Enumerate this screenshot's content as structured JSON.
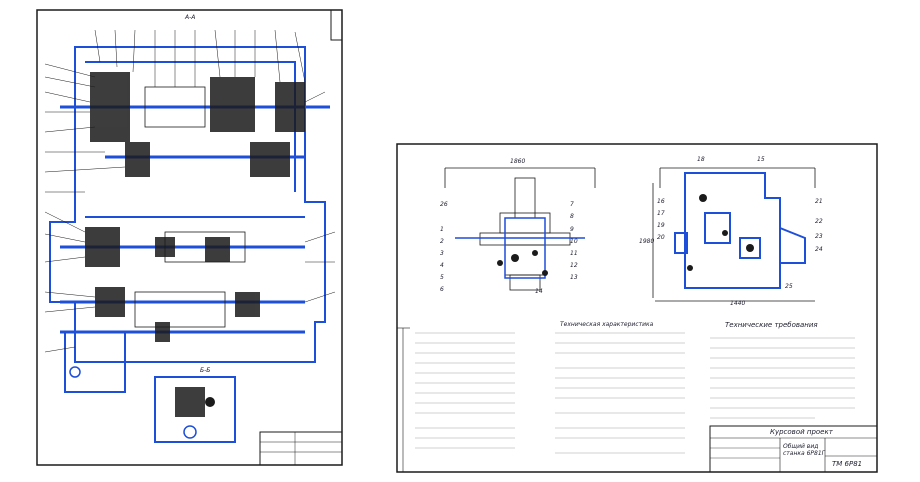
{
  "left_sheet": {
    "top_label": "A-A",
    "side_stamp": "",
    "section_label": "Б-Б"
  },
  "right_sheet": {
    "corner_stamp": "",
    "heading_specs": "Техническая характеристика",
    "heading_requirements": "Технические требования",
    "dims": {
      "front_width": "1860",
      "side_width": "1440",
      "height": "1980"
    },
    "front_callouts": [
      "26",
      "1",
      "2",
      "3",
      "4",
      "5",
      "6",
      "7",
      "8",
      "9",
      "10",
      "11",
      "12",
      "13",
      "14"
    ],
    "side_callouts": [
      "18",
      "15",
      "16",
      "17",
      "19",
      "20",
      "21",
      "22",
      "23",
      "24",
      "25"
    ],
    "title_block": {
      "project": "Курсовой проект",
      "drawing_name": "Общий вид станка 6Р81Г",
      "sheet_code": "ТМ 6Р81"
    }
  },
  "colors": {
    "paper": "#ffffff",
    "line": "#1b1b1b",
    "blue": "#1e4fd8",
    "frame": "#1b1b1b"
  }
}
